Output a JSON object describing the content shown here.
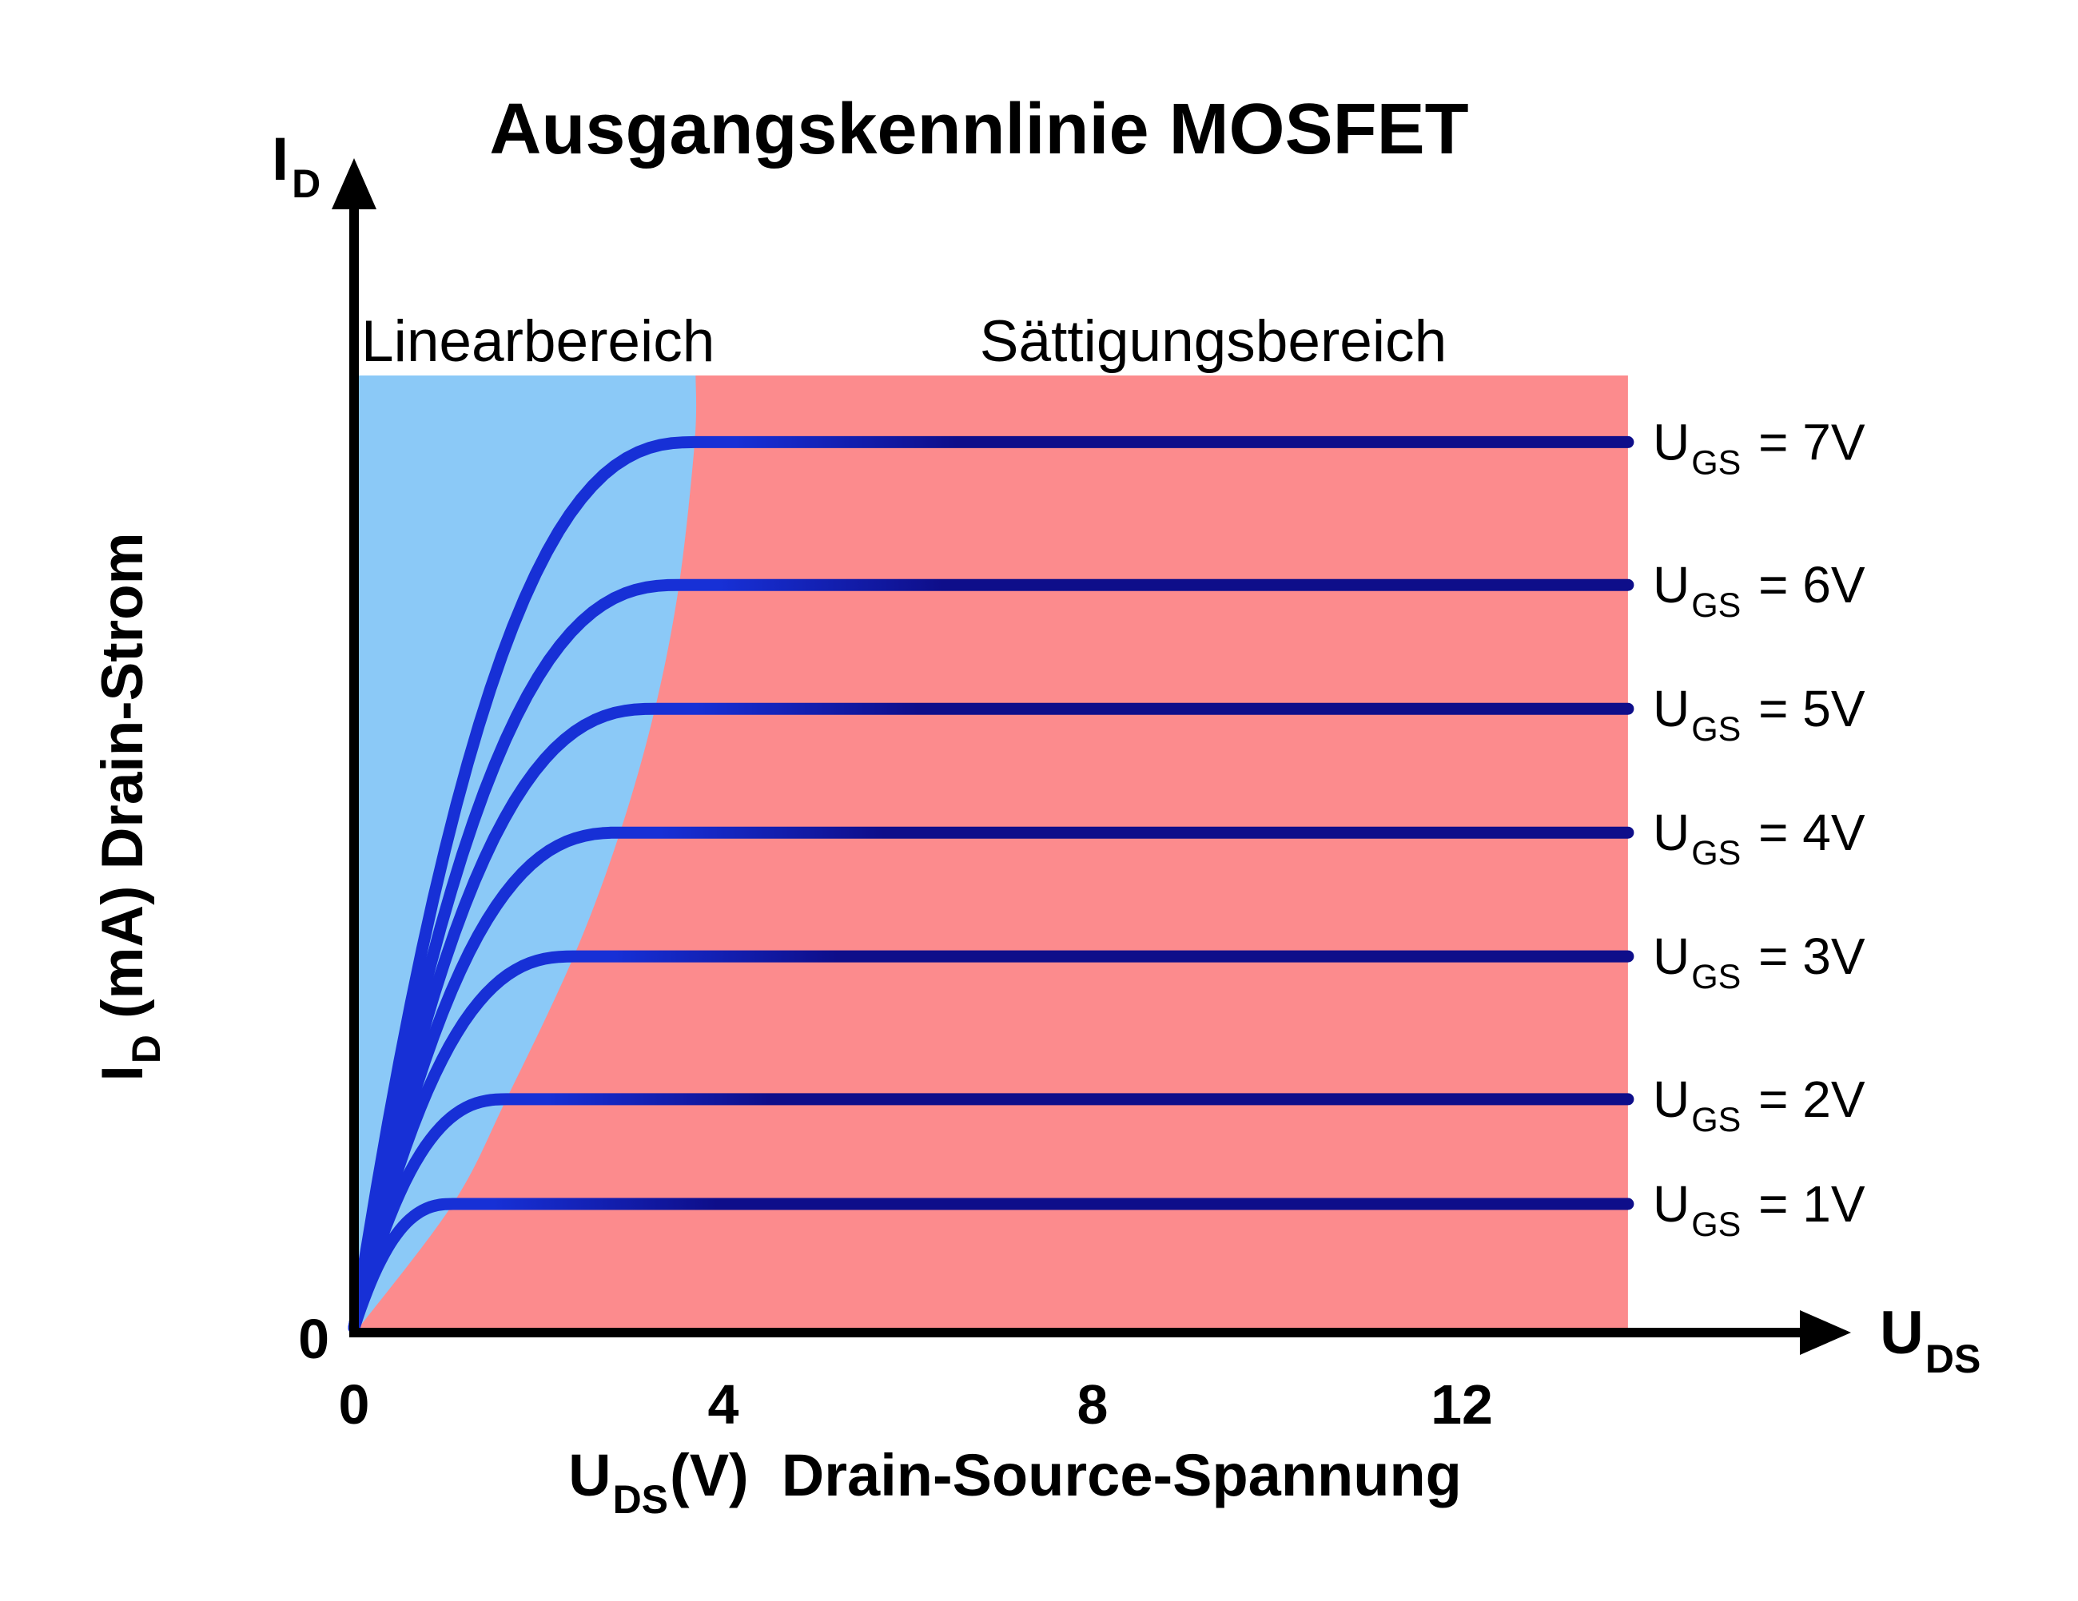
{
  "title": "Ausgangskennlinie MOSFET",
  "region_labels": {
    "linear": "Linearbereich",
    "saturation": "Sättigungsbereich"
  },
  "axis_labels": {
    "y_symbol_main": "I",
    "y_symbol_sub": "D",
    "y_label_main": "I",
    "y_label_sub": "D",
    "y_label_rest": " (mA) Drain-Strom",
    "x_symbol_main": "U",
    "x_symbol_sub": "DS",
    "x_label_main": "U",
    "x_label_sub": "DS",
    "x_label_rest": "(V)  Drain-Source-Spannung",
    "y_origin": "0"
  },
  "chart_data": {
    "type": "line",
    "title": "Ausgangskennlinie MOSFET",
    "xlabel": "U_DS (V) Drain-Source-Spannung",
    "ylabel": "I_D (mA) Drain-Strom",
    "x_unit": "V",
    "x_ticks": [
      {
        "value": 0,
        "label": "0"
      },
      {
        "value": 4,
        "label": "4"
      },
      {
        "value": 8,
        "label": "8"
      },
      {
        "value": 12,
        "label": "12"
      }
    ],
    "x_axis_range": [
      0,
      16
    ],
    "x_max_uds": 13.8,
    "y_axis_range": [
      0,
      1
    ],
    "y_origin_label": "0",
    "grid": false,
    "legend_position": "right",
    "boundary_top_uds": 3.7,
    "curve_shape_exponent": 2.5,
    "series": [
      {
        "label": "U_GS = 7V",
        "label_main": "U",
        "label_sub": "GS",
        "eq_text": "= 7V",
        "ugs_v": 7,
        "saturation_uds_v": 3.69,
        "saturation_level": 0.93
      },
      {
        "label": "U_GS = 6V",
        "label_main": "U",
        "label_sub": "GS",
        "eq_text": "= 6V",
        "ugs_v": 6,
        "saturation_uds_v": 3.52,
        "saturation_level": 0.78
      },
      {
        "label": "U_GS = 5V",
        "label_main": "U",
        "label_sub": "GS",
        "eq_text": "= 5V",
        "ugs_v": 5,
        "saturation_uds_v": 3.26,
        "saturation_level": 0.65
      },
      {
        "label": "U_GS = 4V",
        "label_main": "U",
        "label_sub": "GS",
        "eq_text": "= 4V",
        "ugs_v": 4,
        "saturation_uds_v": 2.88,
        "saturation_level": 0.52
      },
      {
        "label": "U_GS = 3V",
        "label_main": "U",
        "label_sub": "GS",
        "eq_text": "= 3V",
        "ugs_v": 3,
        "saturation_uds_v": 2.38,
        "saturation_level": 0.39
      },
      {
        "label": "U_GS = 2V",
        "label_main": "U",
        "label_sub": "GS",
        "eq_text": "= 2V",
        "ugs_v": 2,
        "saturation_uds_v": 1.65,
        "saturation_level": 0.24
      },
      {
        "label": "U_GS = 1V",
        "label_main": "U",
        "label_sub": "GS",
        "eq_text": "= 1V",
        "ugs_v": 1,
        "saturation_uds_v": 1.07,
        "saturation_level": 0.13
      }
    ],
    "regions": [
      {
        "name": "Linearbereich",
        "color": "#8BC9F7"
      },
      {
        "name": "Sättigungsbereich",
        "color": "#FC8B8D"
      }
    ],
    "colors": {
      "curve_rise": "#1730D6",
      "curve_saturation": "#0E0E8A",
      "linear_region": "#8BC9F7",
      "saturation_region": "#FC8B8D",
      "axis": "#000000"
    }
  }
}
